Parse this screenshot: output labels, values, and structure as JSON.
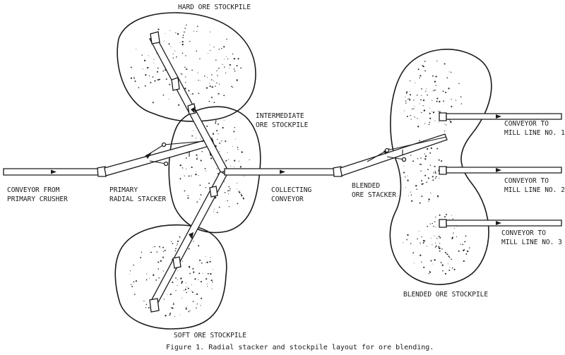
{
  "diagram": {
    "labels": {
      "hard_pile": "HARD ORE STOCKPILE",
      "intermediate_1": "INTERMEDIATE",
      "intermediate_2": "ORE STOCKPILE",
      "soft_pile": "SOFT ORE STOCKPILE",
      "conveyor_from_1": "CONVEYOR FROM",
      "conveyor_from_2": "PRIMARY CRUSHER",
      "primary_1": "PRIMARY",
      "primary_2": "RADIAL STACKER",
      "collecting_1": "COLLECTING",
      "collecting_2": "CONVEYOR",
      "blended_stacker_1": "BLENDED",
      "blended_stacker_2": "ORE STACKER",
      "blended_pile": "BLENDED ORE STOCKPILE",
      "mill1_1": "CONVEYOR TO",
      "mill1_2": "MILL LINE NO. 1",
      "mill2_1": "CONVEYOR TO",
      "mill2_2": "MILL LINE NO. 2",
      "mill3_1": "CONVEYOR TO",
      "mill3_2": "MILL LINE NO. 3"
    },
    "caption": "Figure 1.  Radial stacker and stockpile layout for ore blending."
  }
}
